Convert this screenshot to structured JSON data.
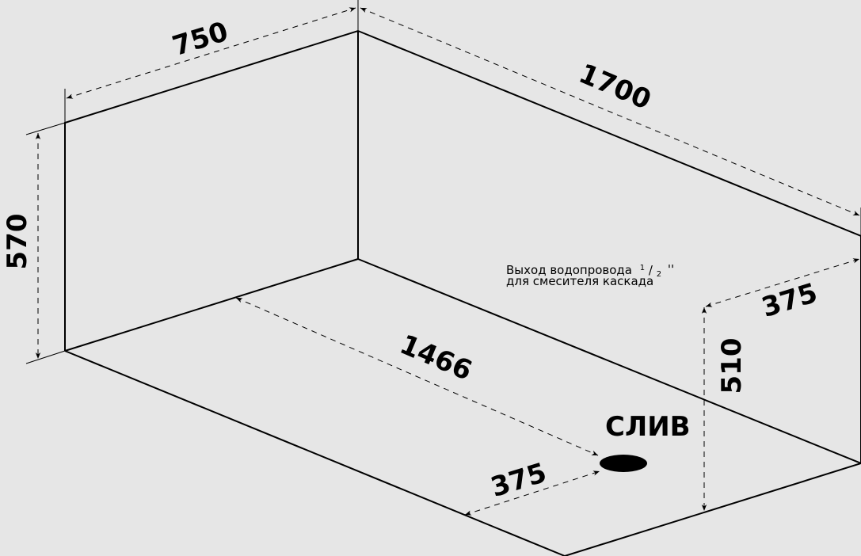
{
  "dimensions": {
    "width_top": "750",
    "length_top": "1700",
    "height_left": "570",
    "inner_length": "1466",
    "drain_offset": "375",
    "outlet_offset": "375",
    "outlet_height": "510"
  },
  "labels": {
    "drain": "СЛИВ",
    "outlet_line1": "Выход водопровода",
    "outlet_fraction_num": "1",
    "outlet_fraction_sep": "/",
    "outlet_fraction_den": "2",
    "outlet_inch": "''",
    "outlet_line2": "для смесителя каскада"
  },
  "colors": {
    "background": "#e6e6e6",
    "lines": "#000000"
  }
}
